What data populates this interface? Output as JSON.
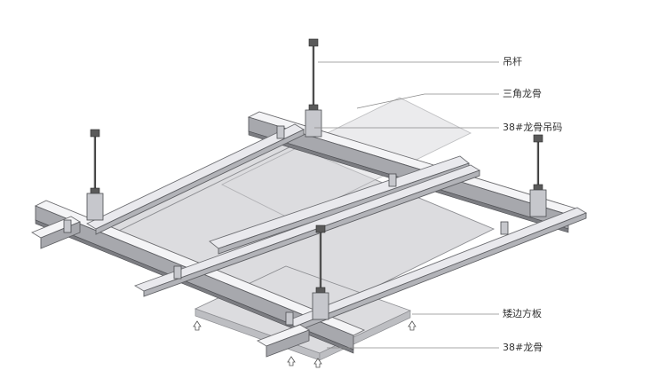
{
  "labels": {
    "hanger_rod": "吊杆",
    "triangle_keel": "三角龙骨",
    "keel_hanger_clip": "38#龙骨吊码",
    "edge_panel": "矮边方板",
    "keel_38": "38#龙骨"
  },
  "colors": {
    "leader_line": "#8a8a8a",
    "channel_top": "#f4f4f6",
    "channel_side": "#a7a8ad",
    "panel": "#dcdcdf",
    "rod": "#3a3a3a"
  },
  "icons": [
    "hanger-rod-icon",
    "up-arrow-icon"
  ]
}
